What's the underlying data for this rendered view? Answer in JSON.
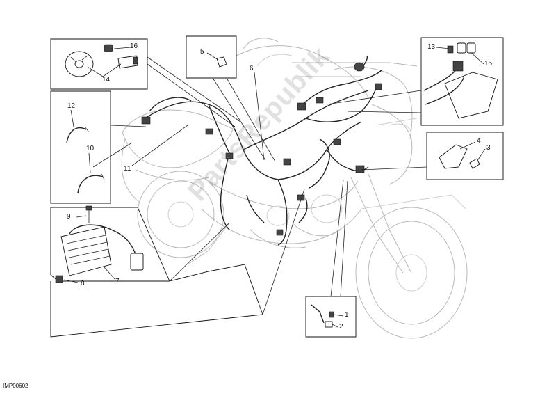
{
  "diagram": {
    "drawing_code": "IMP00602",
    "watermark": "PartsRepublik",
    "callouts": [
      {
        "id": "c1",
        "text": "1"
      },
      {
        "id": "c2",
        "text": "2"
      },
      {
        "id": "c3",
        "text": "3"
      },
      {
        "id": "c4",
        "text": "4"
      },
      {
        "id": "c5",
        "text": "5"
      },
      {
        "id": "c6",
        "text": "6"
      },
      {
        "id": "c7",
        "text": "7"
      },
      {
        "id": "c8",
        "text": "8"
      },
      {
        "id": "c9",
        "text": "9"
      },
      {
        "id": "c10",
        "text": "10"
      },
      {
        "id": "c11",
        "text": "11"
      },
      {
        "id": "c12",
        "text": "12"
      },
      {
        "id": "c13",
        "text": "13"
      },
      {
        "id": "c14",
        "text": "14"
      },
      {
        "id": "c15",
        "text": "15"
      },
      {
        "id": "c16",
        "text": "16"
      }
    ]
  }
}
